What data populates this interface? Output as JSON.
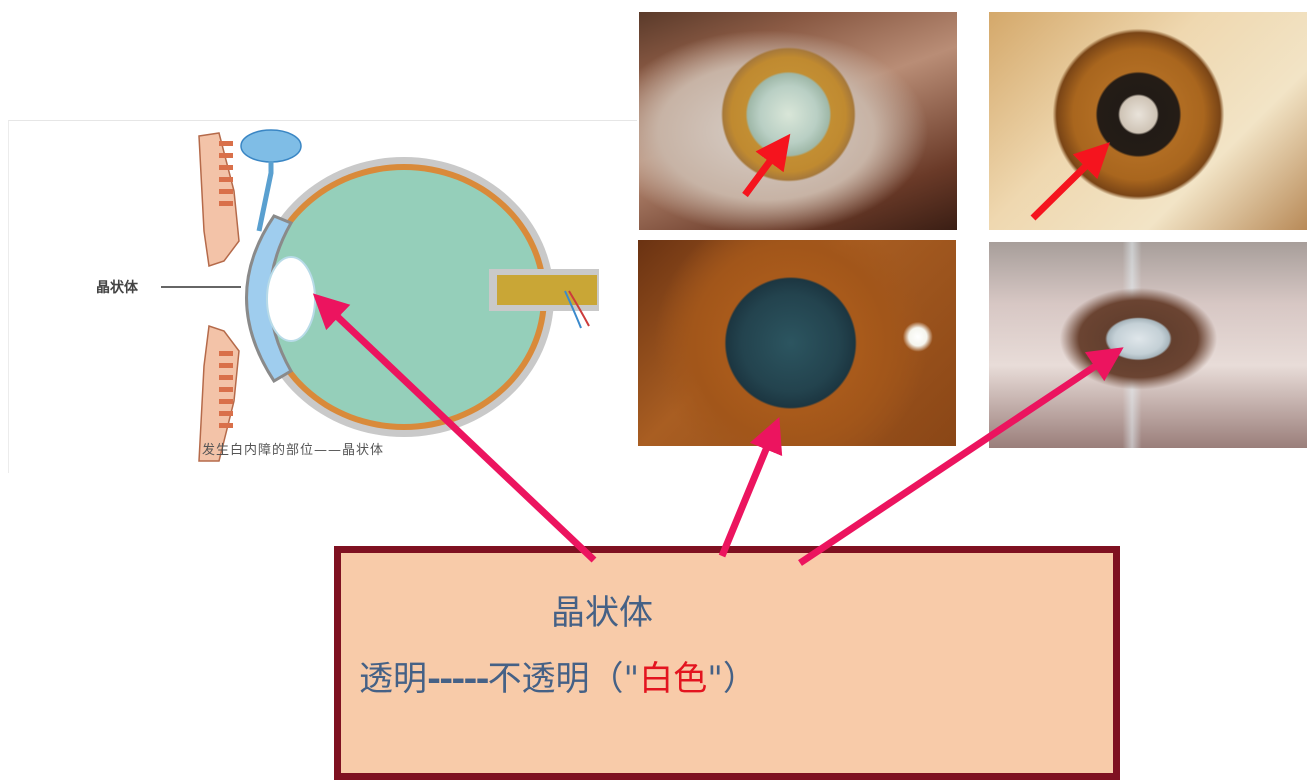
{
  "diagram": {
    "label": "晶状体",
    "caption": "发生白内障的部位——晶状体",
    "colors": {
      "vitreous": "#95cfba",
      "cornea": "#9fcdee",
      "sclera": "#b9b9b9",
      "choroid": "#d98a3a",
      "lens": "#ffffff",
      "muscle": "#e79a7a",
      "gland": "#6fb4e0"
    }
  },
  "photos": [
    {
      "name": "cortical-cataract-photo",
      "arrow_color": "#f5141e"
    },
    {
      "name": "nuclear-cataract-photo",
      "arrow_color": "#f5141e"
    },
    {
      "name": "punctate-cataract-photo"
    },
    {
      "name": "mature-white-cataract-photo"
    }
  ],
  "box": {
    "title": "晶状体",
    "line_part1": "透明",
    "line_dashes": "-----",
    "line_part2": "不透明（\"",
    "line_red": "白色",
    "line_part3": "\"）",
    "colors": {
      "background": "#f8cba9",
      "border": "#7f1121",
      "text": "#456186",
      "highlight": "#e3141f"
    }
  },
  "arrows": {
    "color": "#ec145f"
  }
}
